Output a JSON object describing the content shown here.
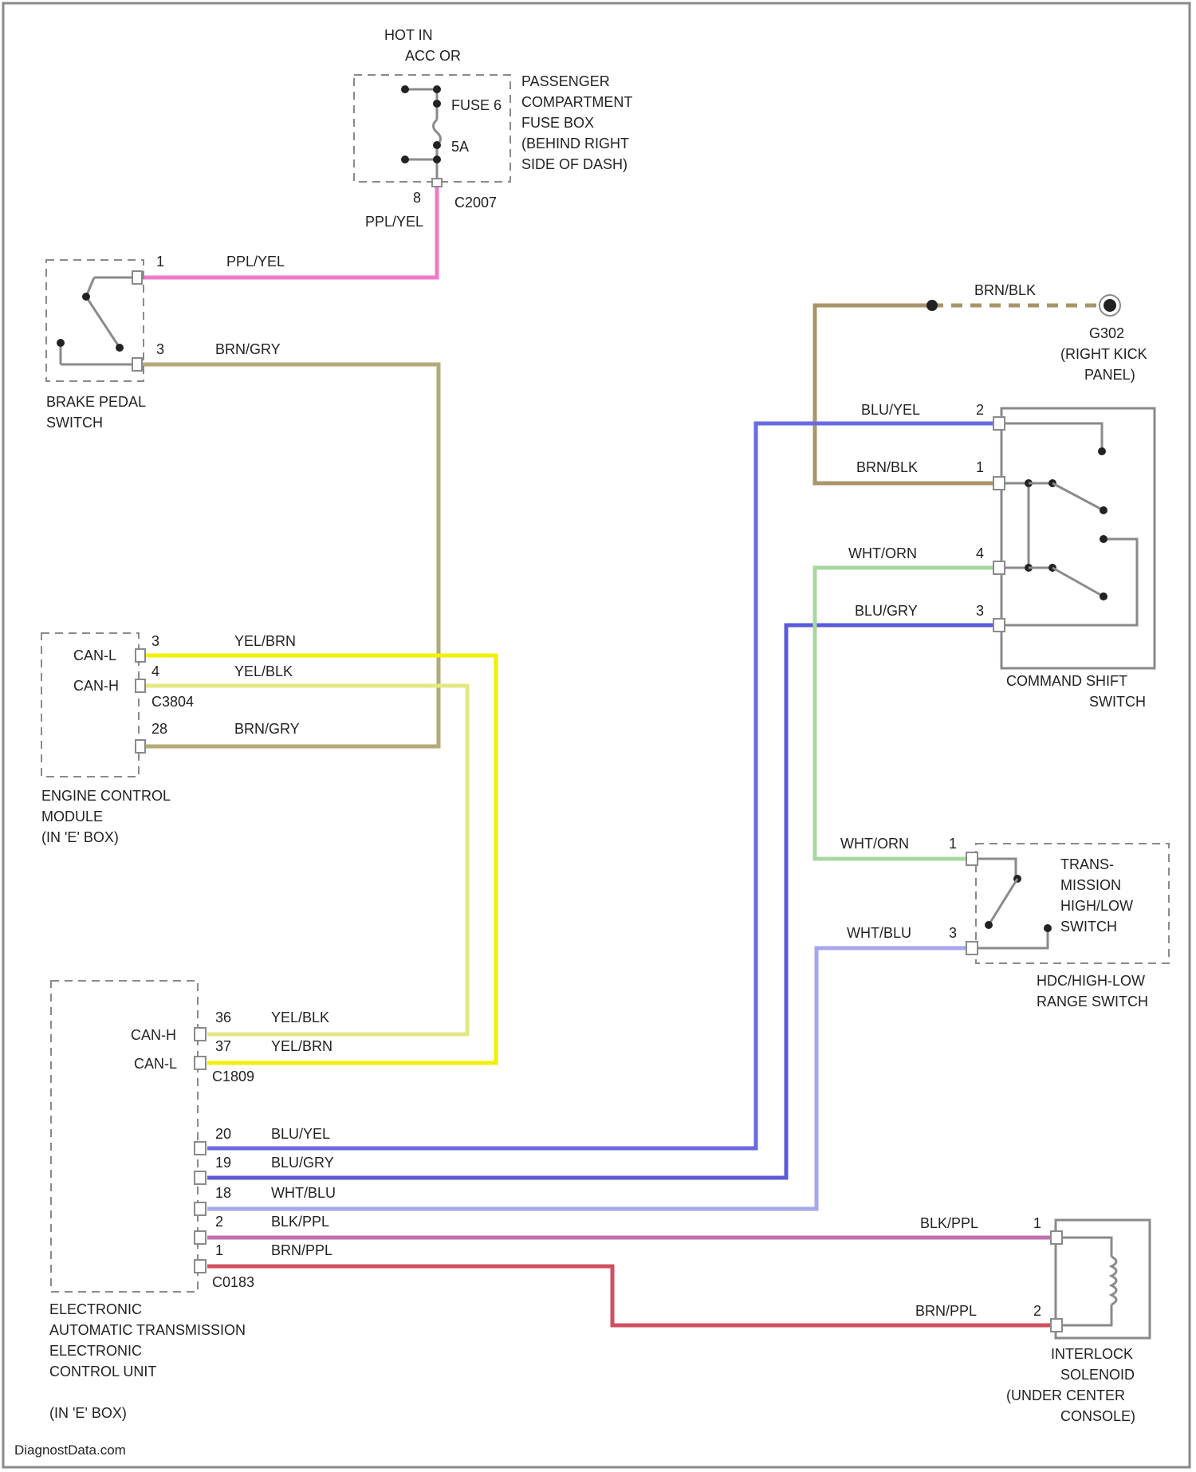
{
  "colors": {
    "ppl_yel": "#f07ac8",
    "brn_gry": "#b5a978",
    "brn_blk": "#a8956a",
    "yel_brn": "#f0f000",
    "yel_blk": "#e4e880",
    "blu_yel": "#6a6ae0",
    "blu_gry": "#5a5ad8",
    "wht_blu": "#a6a6f0",
    "wht_orn": "#a8d8a0",
    "blk_ppl": "#c070b0",
    "brn_ppl": "#d05060"
  },
  "power": {
    "hot_in_1": "HOT IN",
    "hot_in_2": "ACC OR",
    "fuse_label": "FUSE 6",
    "fuse_amp": "5A",
    "box_1": "PASSENGER",
    "box_2": "COMPARTMENT",
    "box_3": "FUSE BOX",
    "box_4": "(BEHIND RIGHT",
    "box_5": "SIDE OF DASH)",
    "pin": "8",
    "connector": "C2007",
    "wire": "PPL/YEL"
  },
  "brake_switch": {
    "pin_top": "1",
    "wire_top": "PPL/YEL",
    "pin_bottom": "3",
    "wire_bottom": "BRN/GRY",
    "label_1": "BRAKE PEDAL",
    "label_2": "SWITCH"
  },
  "ecm": {
    "can_l": "CAN-L",
    "can_h": "CAN-H",
    "pin_1": "3",
    "wire_1": "YEL/BRN",
    "pin_2": "4",
    "wire_2": "YEL/BLK",
    "connector": "C3804",
    "pin_3": "28",
    "wire_3": "BRN/GRY",
    "label_1": "ENGINE CONTROL",
    "label_2": "MODULE",
    "label_3": "(IN 'E' BOX)"
  },
  "ground": {
    "wire": "BRN/BLK",
    "label_1": "G302",
    "label_2": "(RIGHT KICK",
    "label_3": "PANEL)"
  },
  "command_shift": {
    "wire_1": "BLU/YEL",
    "pin_1": "2",
    "wire_2": "BRN/BLK",
    "pin_2": "1",
    "wire_3": "WHT/ORN",
    "pin_3": "4",
    "wire_4": "BLU/GRY",
    "pin_4": "3",
    "label_1": "COMMAND SHIFT",
    "label_2": "SWITCH"
  },
  "range_switch": {
    "wire_1": "WHT/ORN",
    "pin_1": "1",
    "wire_2": "WHT/BLU",
    "pin_2": "3",
    "inner_1": "TRANS-",
    "inner_2": "MISSION",
    "inner_3": "HIGH/LOW",
    "inner_4": "SWITCH",
    "label_1": "HDC/HIGH-LOW",
    "label_2": "RANGE SWITCH"
  },
  "tcm": {
    "can_h": "CAN-H",
    "can_l": "CAN-L",
    "pin_1": "36",
    "wire_1": "YEL/BLK",
    "pin_2": "37",
    "wire_2": "YEL/BRN",
    "connector_1": "C1809",
    "pin_3": "20",
    "wire_3": "BLU/YEL",
    "pin_4": "19",
    "wire_4": "BLU/GRY",
    "pin_5": "18",
    "wire_5": "WHT/BLU",
    "pin_6": "2",
    "wire_6": "BLK/PPL",
    "pin_7": "1",
    "wire_7": "BRN/PPL",
    "connector_2": "C0183",
    "label_1": "ELECTRONIC",
    "label_2": "AUTOMATIC TRANSMISSION",
    "label_3": "ELECTRONIC",
    "label_4": "CONTROL UNIT",
    "label_5": "(IN 'E' BOX)"
  },
  "solenoid": {
    "wire_1": "BLK/PPL",
    "pin_1": "1",
    "wire_2": "BRN/PPL",
    "pin_2": "2",
    "label_1": "INTERLOCK",
    "label_2": "SOLENOID",
    "label_3": "(UNDER CENTER",
    "label_4": "CONSOLE)"
  },
  "footer": {
    "watermark": "DiagnostData.com"
  }
}
